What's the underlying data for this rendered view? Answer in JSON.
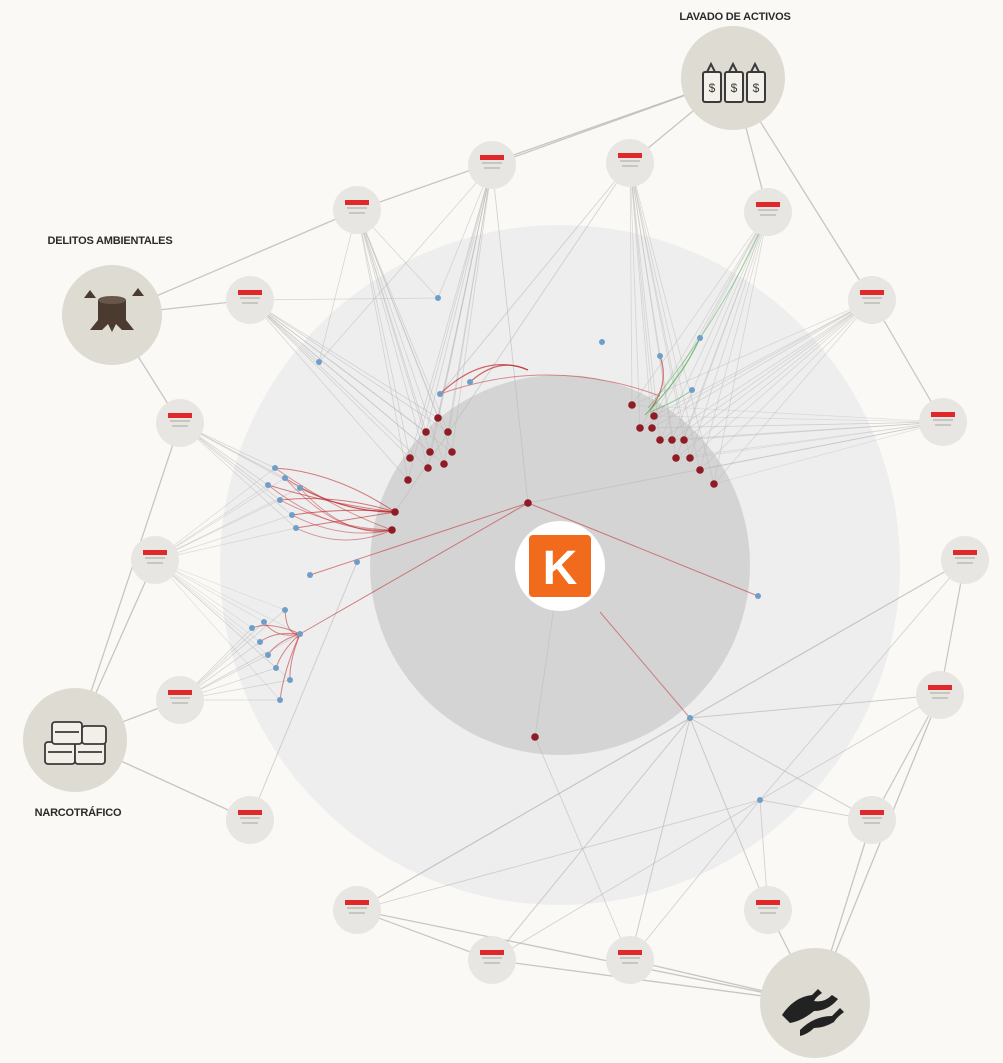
{
  "diagram": {
    "center_logo": {
      "letter": "K",
      "color": "#f26b1d"
    },
    "categories": [
      {
        "id": "lavado",
        "label": "LAVADO DE ACTIVOS",
        "icon": "money-bags-icon"
      },
      {
        "id": "ambientales",
        "label": "DELITOS AMBIENTALES",
        "icon": "tree-stump-icon"
      },
      {
        "id": "narco",
        "label": "NARCOTRÁFICO",
        "icon": "drug-packages-icon"
      },
      {
        "id": "fauna",
        "label": "",
        "icon": "wildlife-trafficking-icon"
      }
    ],
    "colors": {
      "accent": "#e0282a",
      "link": "#b9b9b9",
      "red_link": "#c0262b",
      "green_link": "#4caf50",
      "node_dot": "#8f1c24",
      "blue_dot": "#6f9fc8",
      "outer_ring": "#eeeeee",
      "inner_ring": "#d3d3d3",
      "node_bg": "#e8e6e2"
    }
  }
}
